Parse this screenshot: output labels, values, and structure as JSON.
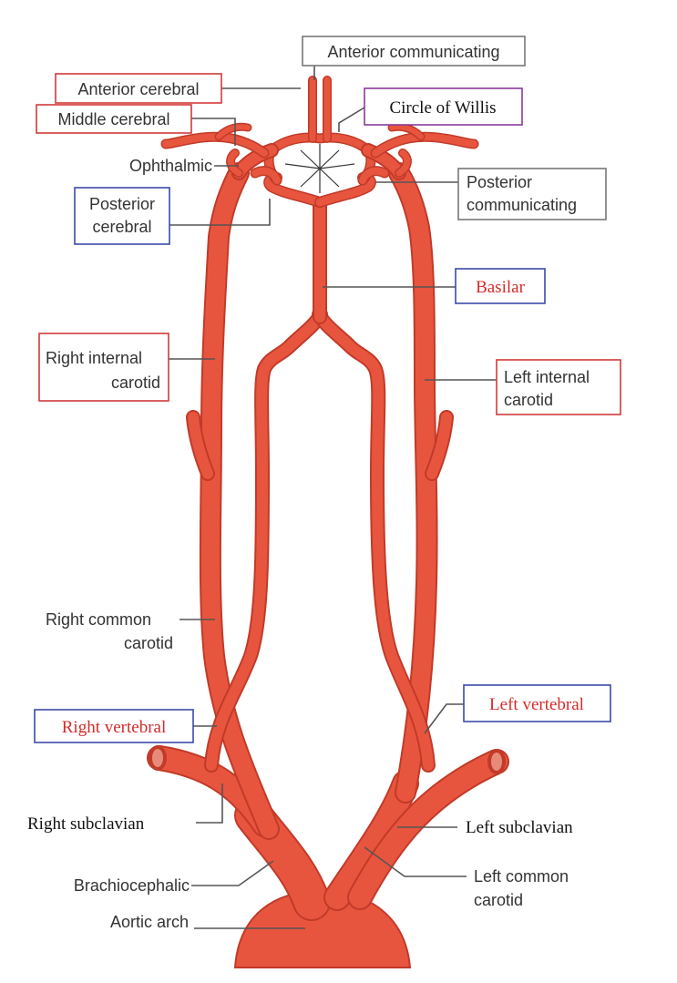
{
  "colors": {
    "artery": "#e8553f",
    "artery_edge": "#c23a28",
    "box_red": "#d23a3a",
    "box_blue": "#3b4aa8",
    "box_gray": "#777777",
    "box_purple": "#8a3a9c",
    "label_red": "#d42a2a"
  },
  "labels": {
    "anterior_communicating": "Anterior communicating",
    "anterior_cerebral": "Anterior cerebral",
    "middle_cerebral": "Middle cerebral",
    "circle_of_willis": "Circle of Willis",
    "ophthalmic": "Ophthalmic",
    "posterior_cerebral_1": "Posterior",
    "posterior_cerebral_2": "cerebral",
    "posterior_communicating_1": "Posterior",
    "posterior_communicating_2": "communicating",
    "basilar": "Basilar",
    "right_internal_carotid_1": "Right internal",
    "right_internal_carotid_2": "carotid",
    "left_internal_carotid_1": "Left internal",
    "left_internal_carotid_2": "carotid",
    "right_common_carotid_1": "Right common",
    "right_common_carotid_2": "carotid",
    "right_vertebral": "Right vertebral",
    "left_vertebral": "Left vertebral",
    "right_subclavian": "Right subclavian",
    "left_subclavian": "Left subclavian",
    "brachiocephalic": "Brachiocephalic",
    "left_common_carotid_1": "Left common",
    "left_common_carotid_2": "carotid",
    "aortic_arch": "Aortic arch"
  }
}
